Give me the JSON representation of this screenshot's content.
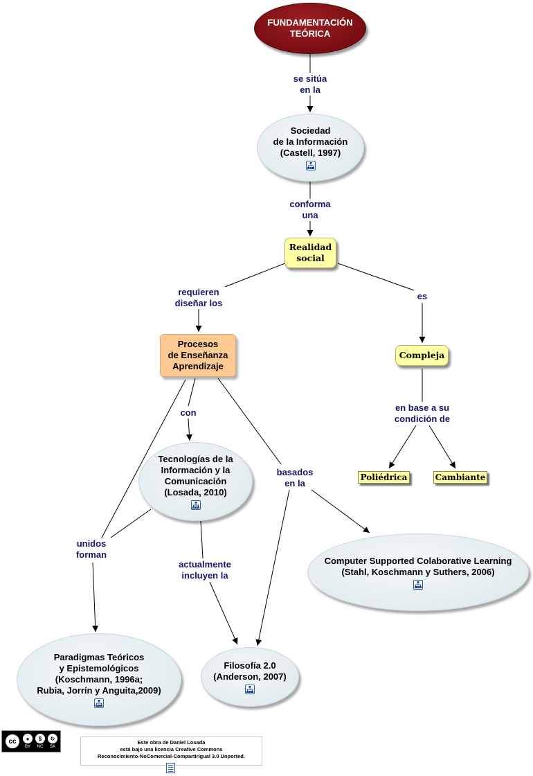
{
  "nodes": {
    "root": [
      "FUNDAMENTACIÓN",
      "TEÓRICA"
    ],
    "sociedad": [
      "Sociedad",
      "de la Información",
      "(Castell, 1997)"
    ],
    "realidad": [
      "Realidad",
      "social"
    ],
    "procesos": [
      "Procesos",
      "de Enseñanza",
      "Aprendizaje"
    ],
    "compleja": "Compleja",
    "polied": "Poliédrica",
    "cambiante": "Cambiante",
    "tic": [
      "Tecnologías de la",
      "Información y la",
      "Comunicación",
      "(Losada, 2010)"
    ],
    "cscl": [
      "Computer Supported Colaborative Learning",
      "(Stahl, Koschmann  y Suthers, 2006)"
    ],
    "paradigmas": [
      "Paradigmas Teóricos",
      "y Epistemológicos",
      "(Koschmann, 1996a;",
      "Rubia, Jorrín y Anguita,2009)"
    ],
    "filosofia": [
      "Filosofía 2.0",
      "(Anderson, 2007)"
    ]
  },
  "links": {
    "sesitua": [
      "se sitúa",
      "en la"
    ],
    "conforma": [
      "conforma",
      "una"
    ],
    "requieren": [
      "requieren",
      "diseñar los"
    ],
    "es": "es",
    "enbase": [
      "en base a su",
      "condición de"
    ],
    "con": "con",
    "basados": [
      "basados",
      "en la"
    ],
    "unidos": [
      "unidos",
      "forman"
    ],
    "actualmente": [
      "actualmente",
      "incluyen la"
    ]
  },
  "license": {
    "cc_circle": "cc",
    "badges": [
      "BY",
      "NC",
      "SA"
    ],
    "lines": [
      "Este obra de Daniel Losada",
      "está bajo una licencia Creative Commons",
      "Reconocimiento-NoComercial-CompartirIgual 3.0 Unported."
    ]
  },
  "colors": {
    "root": "#7a0d12",
    "label_text": "#15156d",
    "yellow": "#ffffa6",
    "orange": "#ffc993",
    "ellipse": "#e3ecef"
  },
  "icons": [
    "concept-map-icon",
    "document-icon"
  ]
}
